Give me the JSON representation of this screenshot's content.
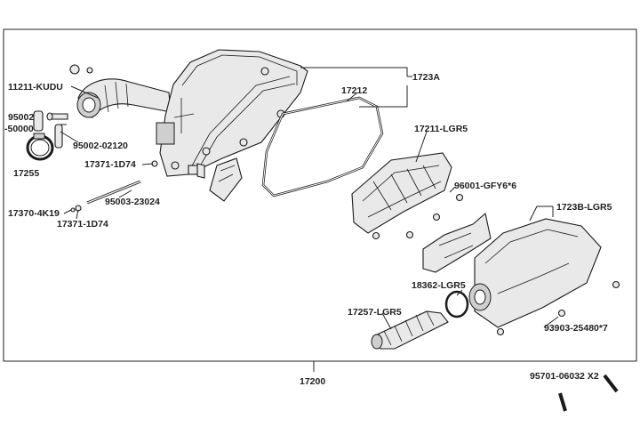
{
  "labels": {
    "l11211_kudu": "11211-KUDU",
    "l95002_50000": "95002\n-50000",
    "l95002_02120": "95002-02120",
    "l17255": "17255",
    "l17371_1d74_top": "17371-1D74",
    "l95003_23024": "95003-23024",
    "l17370_4k19": "17370-4K19",
    "l17371_1d74_bottom": "17371-1D74",
    "l17212": "17212",
    "l1723a": "1723A",
    "l17211_lgr5": "17211-LGR5",
    "l96001_gfy6": "96001-GFY6*6",
    "l1723b_lgr5": "1723B-LGR5",
    "l18362_lgr5": "18362-LGR5",
    "l17257_lgr5": "17257-LGR5",
    "l93903_25480": "93903-25480*7",
    "l17200": "17200",
    "l95701_06032": "95701-06032 X2"
  }
}
